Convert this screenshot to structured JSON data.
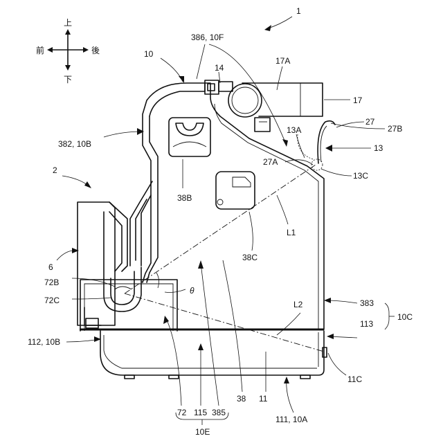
{
  "directions": {
    "up": "上",
    "down": "下",
    "front": "前",
    "back": "後"
  },
  "labels": {
    "l1": "1",
    "l2": "2",
    "l6": "6",
    "l10": "10",
    "l11": "11",
    "l11C": "11C",
    "l13": "13",
    "l13A": "13A",
    "l13C": "13C",
    "l14": "14",
    "l17": "17",
    "l17A": "17A",
    "l27": "27",
    "l27A": "27A",
    "l27B": "27B",
    "l38": "38",
    "l38B": "38B",
    "l38C": "38C",
    "l72": "72",
    "l72B": "72B",
    "l72C": "72C",
    "l111": "111, 10A",
    "l112": "112, 10B",
    "l115": "115",
    "l382": "382, 10B",
    "l383": "383",
    "l113": "113",
    "l10C": "10C",
    "l385": "385",
    "l386": "386, 10F",
    "l10E": "10E",
    "L1": "L1",
    "L2": "L2",
    "theta": "θ"
  }
}
